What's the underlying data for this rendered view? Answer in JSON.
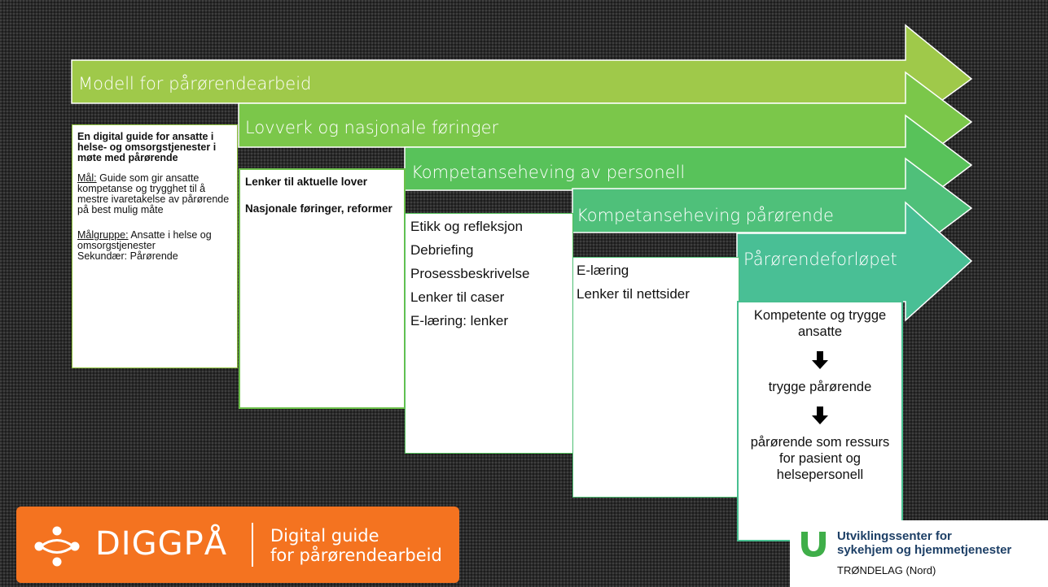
{
  "arrows": [
    {
      "title": "Modell for pårørendearbeid",
      "color": "#9fc94a"
    },
    {
      "title": "Lovverk og nasjonale føringer",
      "color": "#7bc74a"
    },
    {
      "title": "Kompetanseheving av personell",
      "color": "#58c25a"
    },
    {
      "title": "Kompetanseheving pårørende",
      "color": "#4fc07a"
    },
    {
      "title": "Pårørendeforløpet",
      "color": "#49bf95"
    }
  ],
  "box1": {
    "heading": "En digital guide for ansatte i helse- og omsorgstjenester i møte med pårørende",
    "mal_label": "Mål:",
    "mal_text": " Guide som gir ansatte kompetanse og trygghet til å mestre ivaretakelse av pårørende på best mulig måte",
    "malgruppe_label": "Målgruppe:",
    "malgruppe_text": " Ansatte i helse og omsorgstjenester",
    "secondary": "Sekundær: Pårørende"
  },
  "box2": {
    "item1": "Lenker til aktuelle lover",
    "item2": "Nasjonale føringer, reformer"
  },
  "box3": {
    "items": [
      "Etikk og refleksjon",
      "Debriefing",
      "Prosessbeskrivelse",
      "Lenker til caser",
      "E-læring: lenker"
    ]
  },
  "box4": {
    "items": [
      "E-læring",
      "Lenker til nettsider"
    ]
  },
  "box5": {
    "step1": "Kompetente og trygge ansatte",
    "step2": "trygge pårørende",
    "step3": "pårørende som ressurs for pasient og helsepersonell"
  },
  "logo": {
    "brand": "DIGGPÅ",
    "tagline1": "Digital guide",
    "tagline2": "for pårørendearbeid",
    "color": "#f47320"
  },
  "partner": {
    "line1": "Utviklingssenter for",
    "line2": "sykehjem og hjemmetjenester",
    "line3": "TRØNDELAG (Nord)",
    "color": "#1d3f66",
    "icon_color": "#3fae49"
  }
}
